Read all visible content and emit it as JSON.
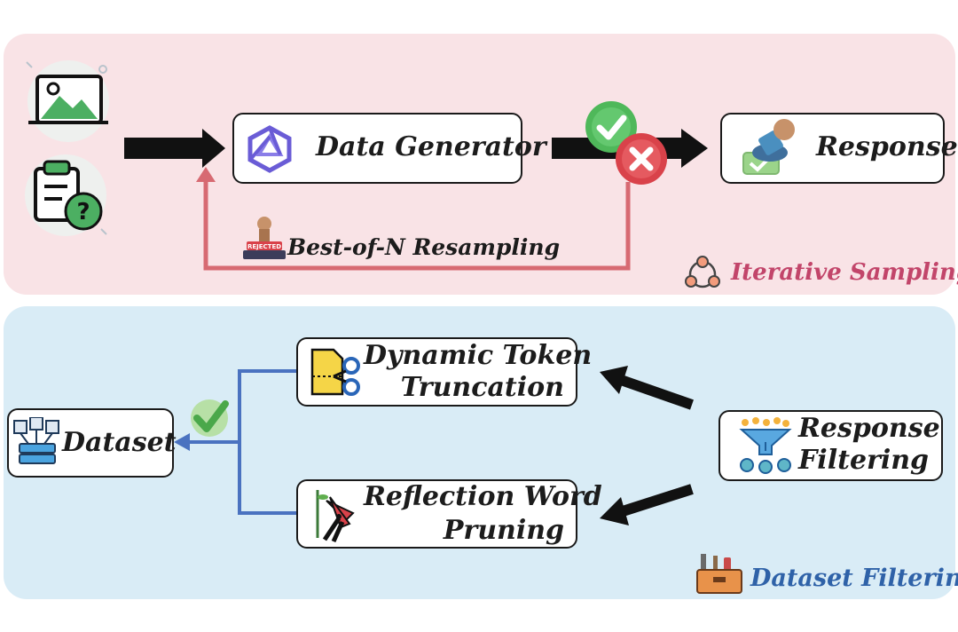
{
  "sections": {
    "iterative_sampling": {
      "label": "Iterative Sampling",
      "color": "#c2456a"
    },
    "dataset_filtering": {
      "label": "Dataset Filtering",
      "color": "#2f62a8"
    }
  },
  "nodes": {
    "data_generator": "Data Generator",
    "response": "Response",
    "dynamic_token_truncation": [
      "Dynamic Token",
      "Truncation"
    ],
    "reflection_word_pruning": [
      "Reflection Word",
      "Pruning"
    ],
    "response_filtering": [
      "Response",
      "Filtering"
    ],
    "dataset": "Dataset"
  },
  "edges": {
    "resampling_label": "Best-of-N Resampling",
    "stamp_text": "REJECTED"
  },
  "colors": {
    "top_panel": "#f9e3e6",
    "bottom_panel": "#d9ecf6",
    "loop_arrow": "#d76a72",
    "merge_arrow": "#4a72c0",
    "check_green": "#4fb85a",
    "cross_red": "#d9424a"
  },
  "icons": [
    "image-icon",
    "clipboard-question-icon",
    "qwen-logo-icon",
    "check-icon",
    "cross-icon",
    "approval-stamp-icon",
    "rejected-stamp-icon",
    "cycle-icon",
    "scissors-document-icon",
    "pruning-shears-icon",
    "funnel-filter-icon",
    "database-icon",
    "toolbox-icon"
  ]
}
